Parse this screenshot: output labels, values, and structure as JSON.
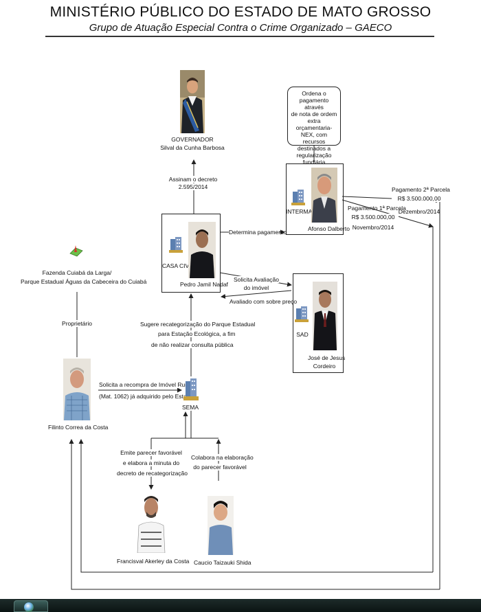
{
  "header": {
    "title": "MINISTÉRIO PÚBLICO DO ESTADO DE MATO GROSSO",
    "subtitle": "Grupo de Atuação Especial Contra o Crime Organizado – GAECO"
  },
  "nodes": {
    "governador": {
      "role": "GOVERNADOR",
      "name": "Silval da Cunha Barbosa"
    },
    "casa_civil": {
      "org": "CASA CIVIL",
      "name": "Pedro Jamil Nadaf"
    },
    "intermat": {
      "org": "INTERMAT",
      "name": "Afonso Dalberto"
    },
    "sad": {
      "org": "SAD",
      "name_line1": "José de Jesus",
      "name_line2": "Cordeiro"
    },
    "sema": {
      "org": "SEMA"
    },
    "fazenda": {
      "line1": "Fazenda Cuiabá da Larga/",
      "line2": "Parque Estadual Águas da Cabeceira do Cuiabá"
    },
    "filinto": {
      "name": "Filinto Correa da Costa"
    },
    "francisval": {
      "name": "Francisval Akerley da Costa"
    },
    "caucio": {
      "name": "Caucio Taizauki Shida"
    }
  },
  "edges": {
    "assinam": {
      "line1": "Assinam o decreto",
      "line2": "2.595/2014"
    },
    "determina": "Determina pagamento",
    "solicita_avaliacao": {
      "line1": "Solicita Avaliação",
      "line2": "do imóvel"
    },
    "avaliado": "Avaliado com sobre preço",
    "ordena": {
      "line1": "Ordena o pagamento através",
      "line2": "de nota de ordem extra",
      "line3": "orçamentaria-NEX, com",
      "line4": "recursos destinados a",
      "line5": "regularização fundiária"
    },
    "pag2": {
      "line1": "Pagamento 2ª Parcela",
      "line2": "R$ 3.500.000,00",
      "line3": "Dezembro/2014"
    },
    "pag1": {
      "line1": "Pagamento 1ª Parcela",
      "line2": "R$ 3.500.000,00",
      "line3": "Novembro/2014"
    },
    "proprietario": "Proprietário",
    "sugere": {
      "line1": "Sugere recategorização do Parque Estadual",
      "line2": "para Estação Ecológica, a fim",
      "line3": "de não realizar consulta pública"
    },
    "solicita_recompra": {
      "line1": "Solicita a recompra de Imóvel Rural",
      "line2": "(Mat. 1062) já adquirido pelo Estado"
    },
    "emite": {
      "line1": "Emite parecer favorável",
      "line2": "e elabora a minuta do",
      "line3": "decreto de recategorização"
    },
    "colabora": {
      "line1": "Colabora na elaboração",
      "line2": "do parecer favorável"
    }
  },
  "colors": {
    "line": "#222222",
    "building_blue": "#5b7fb0",
    "building_gold": "#c9a13a",
    "sash": "#2d5fa8"
  }
}
